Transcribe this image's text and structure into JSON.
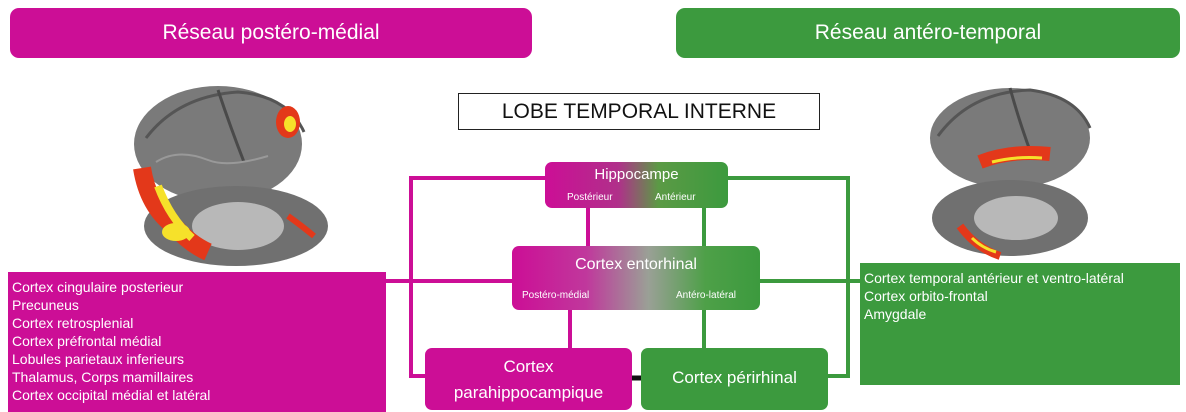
{
  "headers": {
    "left": "Réseau postéro-médial",
    "right": "Réseau antéro-temporal"
  },
  "center_title": "LOBE TEMPORAL INTERNE",
  "nodes": {
    "hippocampe": {
      "label": "Hippocampe",
      "left_sub": "Postérieur",
      "right_sub": "Antérieur"
    },
    "entorhinal": {
      "label": "Cortex entorhinal",
      "left_sub": "Postéro-médial",
      "right_sub": "Antéro-latéral"
    },
    "parahippocampique": {
      "line1": "Cortex",
      "line2": "parahippocampique"
    },
    "perirhinal": {
      "label": "Cortex périrhinal"
    }
  },
  "left_list": [
    "Cortex cingulaire posterieur",
    "Precuneus",
    "Cortex retrosplenial",
    "Cortex préfrontal médial",
    "Lobules parietaux inferieurs",
    "Thalamus, Corps mamillaires",
    "Cortex occipital médial et latéral"
  ],
  "right_list": [
    "Cortex temporal antérieur et ventro-latéral",
    "Cortex orbito-frontal",
    "Amygdale"
  ],
  "colors": {
    "magenta": "#cc0e96",
    "green": "#3c9a3e",
    "brain_gray": "#7d7d7d",
    "activation_red": "#e3381a",
    "activation_yellow": "#f6e12a"
  },
  "icons": [
    "brain-left-icon",
    "brain-right-icon"
  ]
}
